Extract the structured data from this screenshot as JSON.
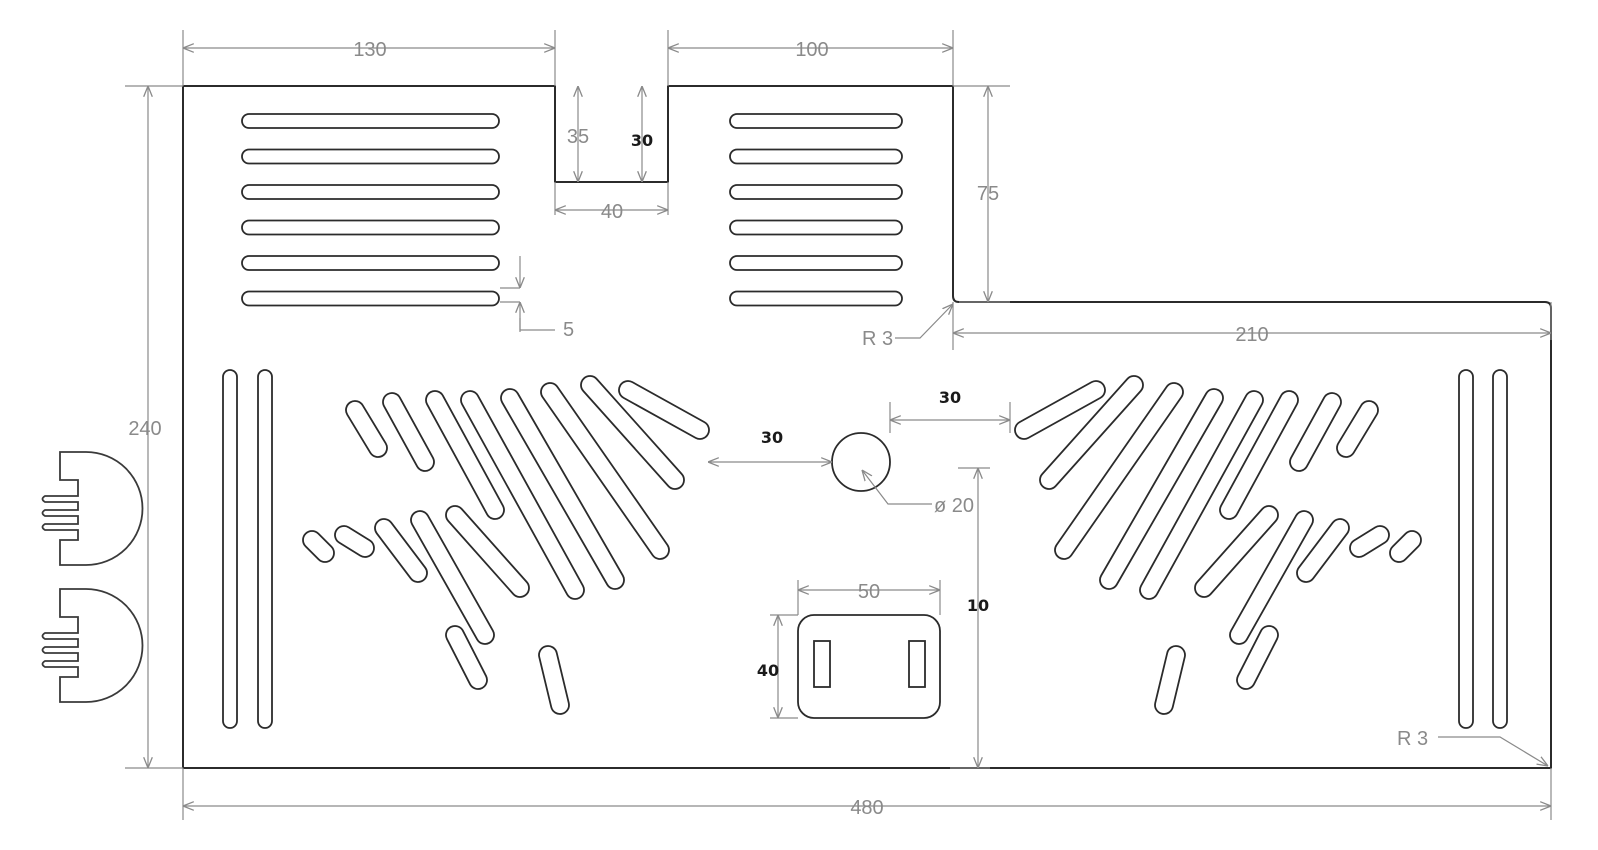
{
  "dimensions": {
    "width_top_left": "130",
    "width_top_right": "100",
    "notch_depth": "35",
    "notch_inner": "30",
    "notch_width": "40",
    "step_height": "75",
    "slot_gap": "5",
    "corner_radius_step": "R 3",
    "right_section_width": "210",
    "total_height": "240",
    "hole_left_offset": "30",
    "hole_right_offset": "30",
    "hole_diameter": "ø 20",
    "socket_width": "50",
    "socket_height": "40",
    "hole_to_bottom": "10",
    "corner_radius_bottom": "R 3",
    "total_width": "480"
  },
  "colors": {
    "outline": "#2b2b2b",
    "dimension": "#8a8a8a",
    "emphasis_text": "#1a1a1a"
  }
}
